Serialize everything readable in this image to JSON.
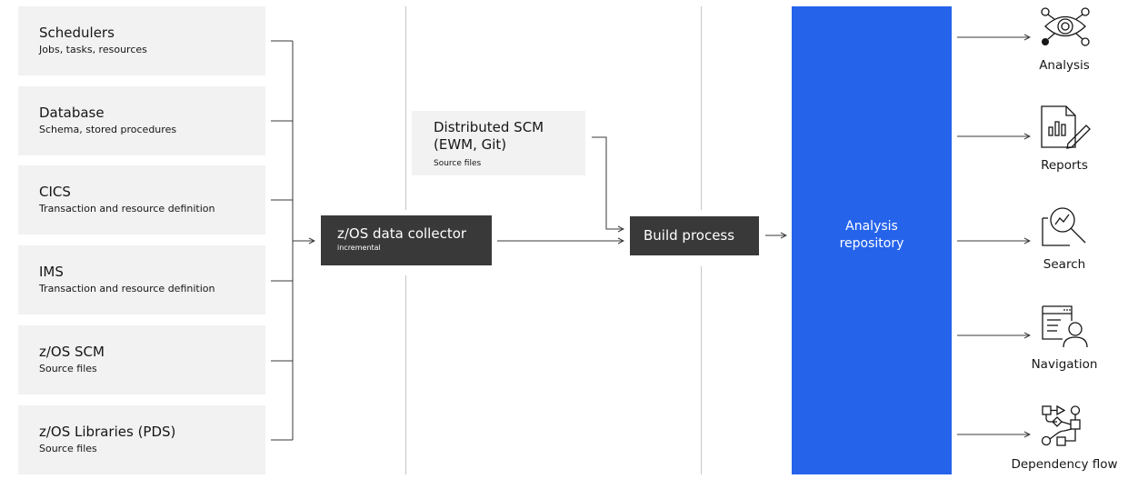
{
  "sources": [
    {
      "title": "Schedulers",
      "subtitle": "Jobs, tasks, resources"
    },
    {
      "title": "Database",
      "subtitle": "Schema, stored procedures"
    },
    {
      "title": "CICS",
      "subtitle": "Transaction and resource definition"
    },
    {
      "title": "IMS",
      "subtitle": "Transaction and resource definition"
    },
    {
      "title": "z/OS SCM",
      "subtitle": "Source files"
    },
    {
      "title": "z/OS Libraries (PDS)",
      "subtitle": "Source files"
    }
  ],
  "collector": {
    "title": "z/OS data collector",
    "subtitle": "incremental"
  },
  "distributed": {
    "title_line1": "Distributed SCM",
    "title_line2": "(EWM, Git)",
    "subtitle": "Source files"
  },
  "build": {
    "title": "Build process"
  },
  "repository": {
    "line1": "Analysis",
    "line2": "repository"
  },
  "outputs": [
    {
      "label": "Analysis",
      "icon": "eye-network-icon"
    },
    {
      "label": "Reports",
      "icon": "report-chart-icon"
    },
    {
      "label": "Search",
      "icon": "search-chart-icon"
    },
    {
      "label": "Navigation",
      "icon": "navigation-user-icon"
    },
    {
      "label": "Dependency flow",
      "icon": "dependency-flow-icon"
    }
  ],
  "colors": {
    "repository": "#2563eb",
    "dark_box": "#393939",
    "light_box": "#f2f2f2",
    "divider": "#c6c6c6"
  }
}
